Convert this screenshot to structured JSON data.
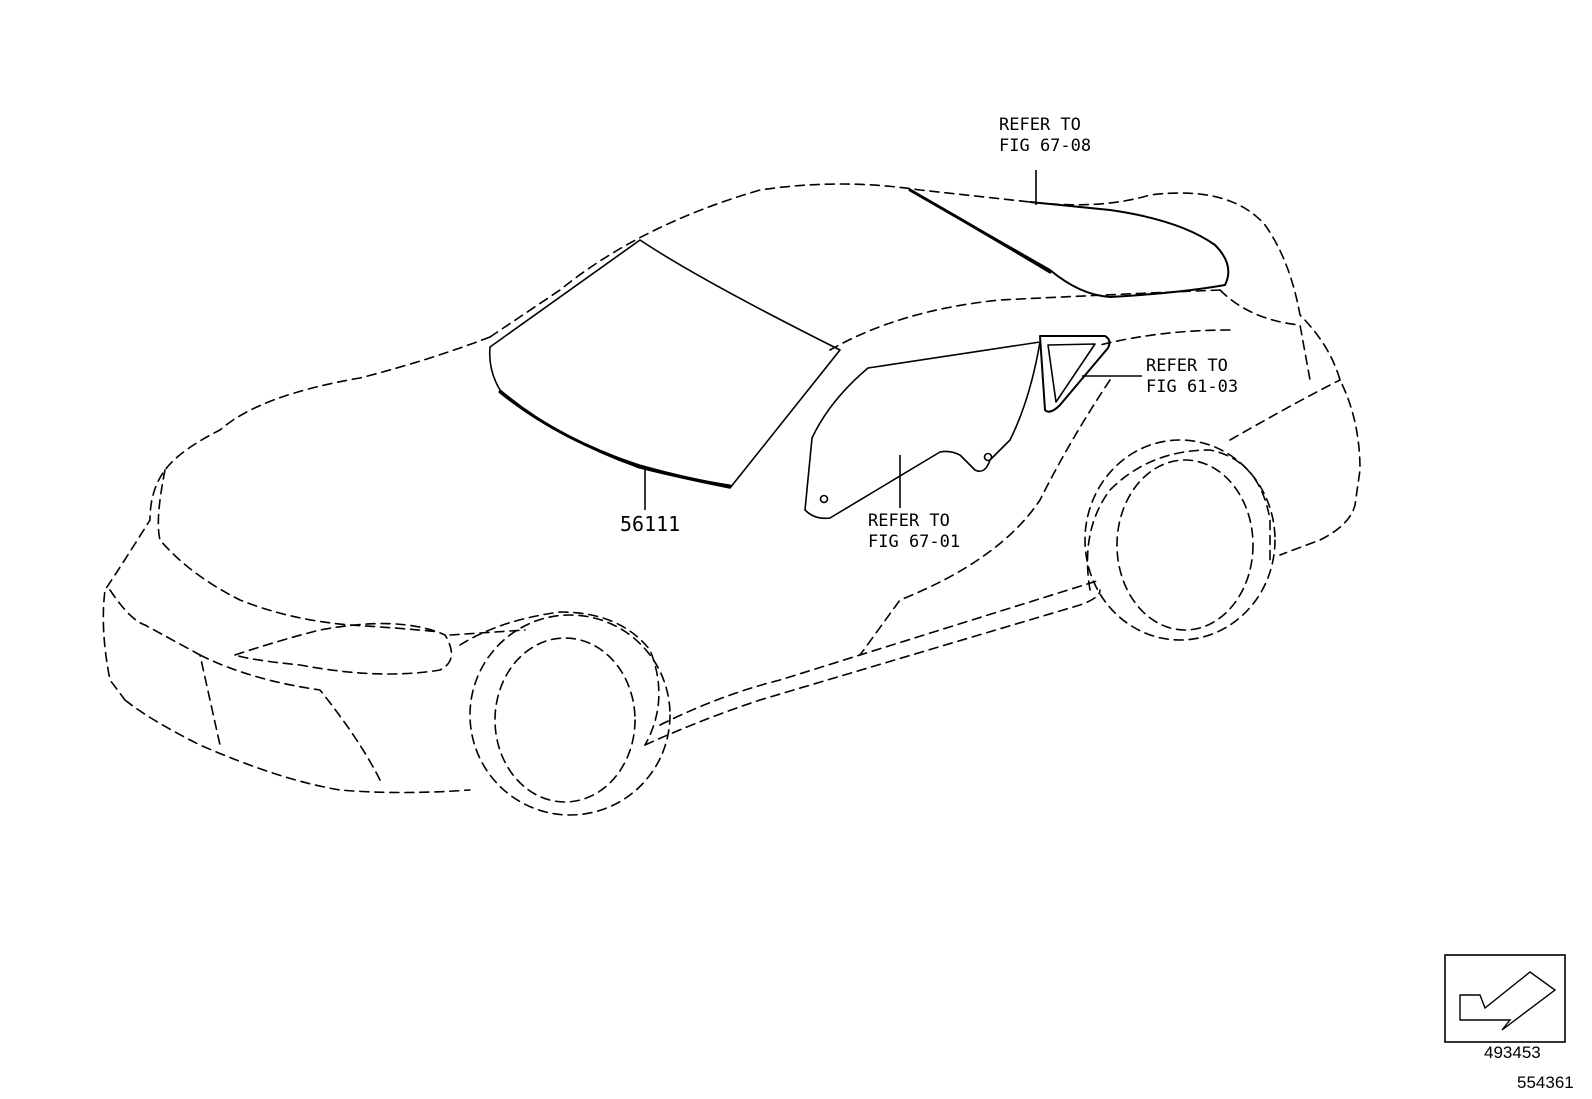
{
  "diagram": {
    "windshield_part_number": "56111",
    "callouts": {
      "rear_glass": {
        "line1": "REFER TO",
        "line2": "FIG 67-08"
      },
      "quarter_window": {
        "line1": "REFER TO",
        "line2": "FIG 61-03"
      },
      "door_glass": {
        "line1": "REFER TO",
        "line2": "FIG 67-01"
      }
    },
    "orientation_id": "493453",
    "illustration_id": "554361",
    "line_color": "#000000"
  }
}
